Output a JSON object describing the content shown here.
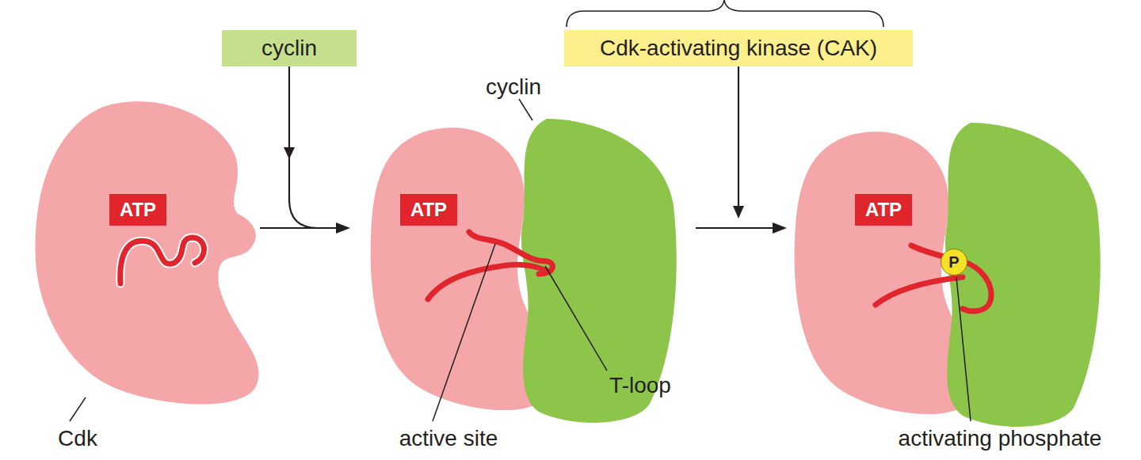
{
  "diagram": {
    "nodes": [
      {
        "text": [
          "cyclin"
        ]
      },
      {
        "text": [
          "Cdk-activating kinase (CAK)"
        ]
      },
      {
        "text": [
          "ATP"
        ]
      },
      {
        "text": [
          "ATP"
        ]
      },
      {
        "text": [
          "ATP"
        ]
      },
      {
        "text": [
          "P"
        ]
      }
    ],
    "labels": [
      "cyclin",
      "T-loop",
      "Cdk",
      "active site",
      "activating phosphate"
    ]
  }
}
